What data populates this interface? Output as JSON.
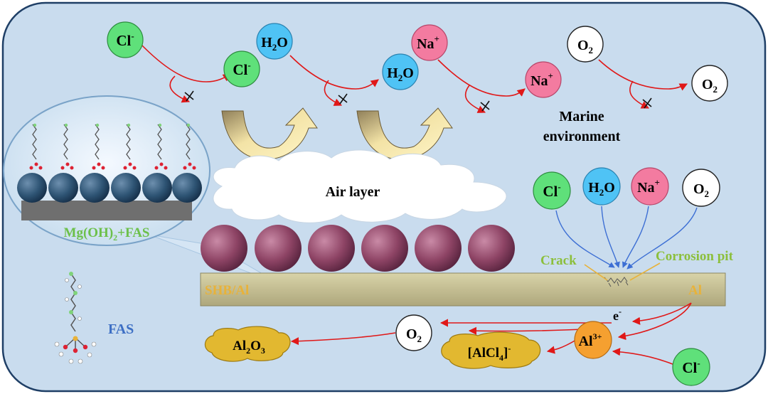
{
  "labels": {
    "marine_line1": "Marine",
    "marine_line2": "environment",
    "air_layer": "Air layer",
    "inset_label_main": "Mg(OH)",
    "inset_label_sub": "2",
    "inset_label_tail": "+FAS",
    "fas": "FAS",
    "substrate": "SHB/Al",
    "crack": "Crack",
    "corrosion_pit": "Corrosion pit",
    "al": "Al",
    "electron": "e",
    "electron_sup": "-"
  },
  "ions": {
    "cl": {
      "main": "Cl",
      "sup": "-"
    },
    "h2o": {
      "main": "H",
      "sub": "2",
      "tail": "O"
    },
    "na": {
      "main": "Na",
      "sup": "+"
    },
    "o2": {
      "main": "O",
      "sub": "2"
    },
    "al3": {
      "main": "Al",
      "sup": "3+"
    }
  },
  "products": {
    "al2o3": {
      "a": "Al",
      "b": "2",
      "c": "O",
      "d": "3"
    },
    "alcl4": {
      "a": "[AlCl",
      "b": "4",
      "c": "]",
      "d": "-"
    }
  },
  "colors": {
    "background": "#c9dcee",
    "border": "#1f3f66",
    "cl": "#5fe07a",
    "h2o": "#4fc3f5",
    "na": "#f37ba0",
    "o2": "#ffffff",
    "al3": "#f5a030",
    "product": "#e2b830",
    "arrow_red": "#e01818",
    "arrow_blue": "#3d6fd4",
    "substrate": "#c9c49a",
    "substrate_text": "#e8b23a",
    "crack_text": "#8cbf3c",
    "inset_text": "#6cc04a",
    "fas_text": "#3d6fc4",
    "particle": "#9a4f6e",
    "particle_inset": "#2e5474"
  }
}
